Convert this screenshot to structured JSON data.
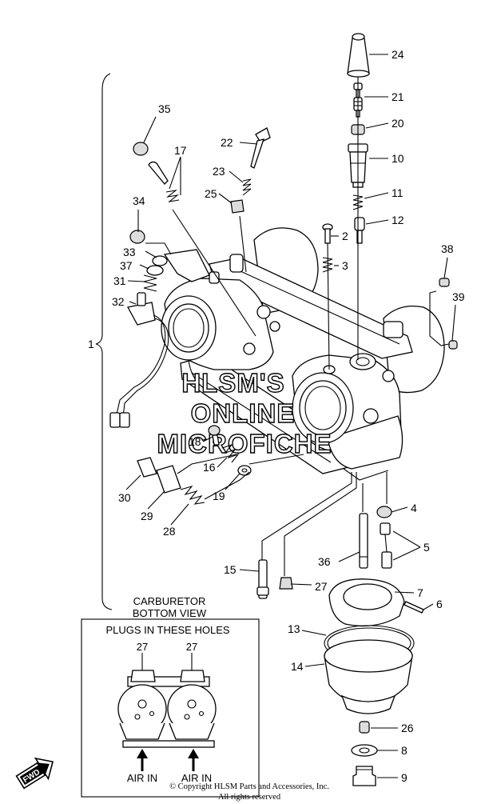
{
  "callouts": {
    "n1": "1",
    "n2": "2",
    "n3": "3",
    "n4": "4",
    "n5": "5",
    "n6": "6",
    "n7": "7",
    "n8": "8",
    "n9": "9",
    "n10": "10",
    "n11": "11",
    "n12": "12",
    "n13": "13",
    "n14": "14",
    "n15": "15",
    "n16": "16",
    "n17": "17",
    "n18": "18",
    "n19": "19",
    "n20": "20",
    "n21": "21",
    "n22": "22",
    "n23": "23",
    "n24": "24",
    "n25": "25",
    "n26": "26",
    "n27": "27",
    "n28": "28",
    "n29": "29",
    "n30": "30",
    "n31": "31",
    "n32": "32",
    "n33": "33",
    "n34": "34",
    "n35": "35",
    "n36": "36",
    "n37": "37",
    "n38": "38",
    "n39": "39"
  },
  "inset": {
    "title_line1": "CARBURETOR",
    "title_line2": "BOTTOM VIEW",
    "box_heading": "PLUGS IN THESE HOLES",
    "plug_left": "27",
    "plug_right": "27",
    "air_in_left": "AIR IN",
    "air_in_right": "AIR IN"
  },
  "direction_badge": "FWD",
  "watermark": {
    "line1": "HLSM'S",
    "line2": "ONLINE",
    "line3": "MICROFICHE"
  },
  "copyright": {
    "line1": "© Copyright HLSM Parts and Accessories, Inc.",
    "line2": "All rights reserved"
  }
}
